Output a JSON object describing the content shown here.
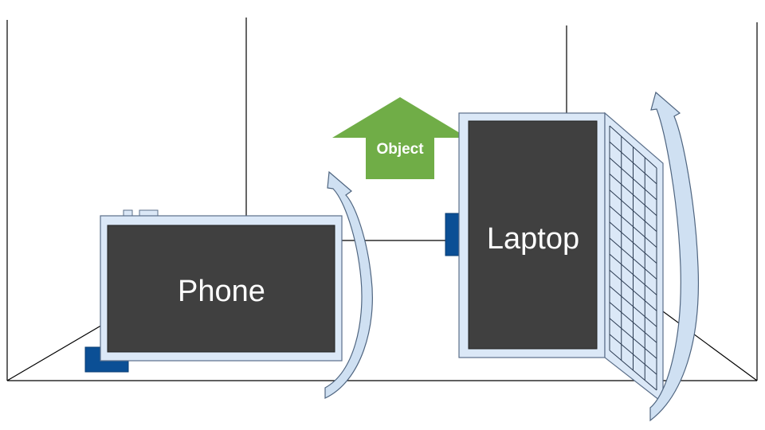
{
  "labels": {
    "phone": "Phone",
    "laptop": "Laptop",
    "object": "Object"
  },
  "colors": {
    "room_lines": "#000000",
    "device_frame": "#dbe8f7",
    "device_border": "#5b6f8a",
    "screen": "#404040",
    "side_block": "#0b4f95",
    "object_arrow": "#70ad47",
    "rotation_arrow_fill": "#cfe0f2",
    "rotation_arrow_stroke": "#4f6580"
  }
}
